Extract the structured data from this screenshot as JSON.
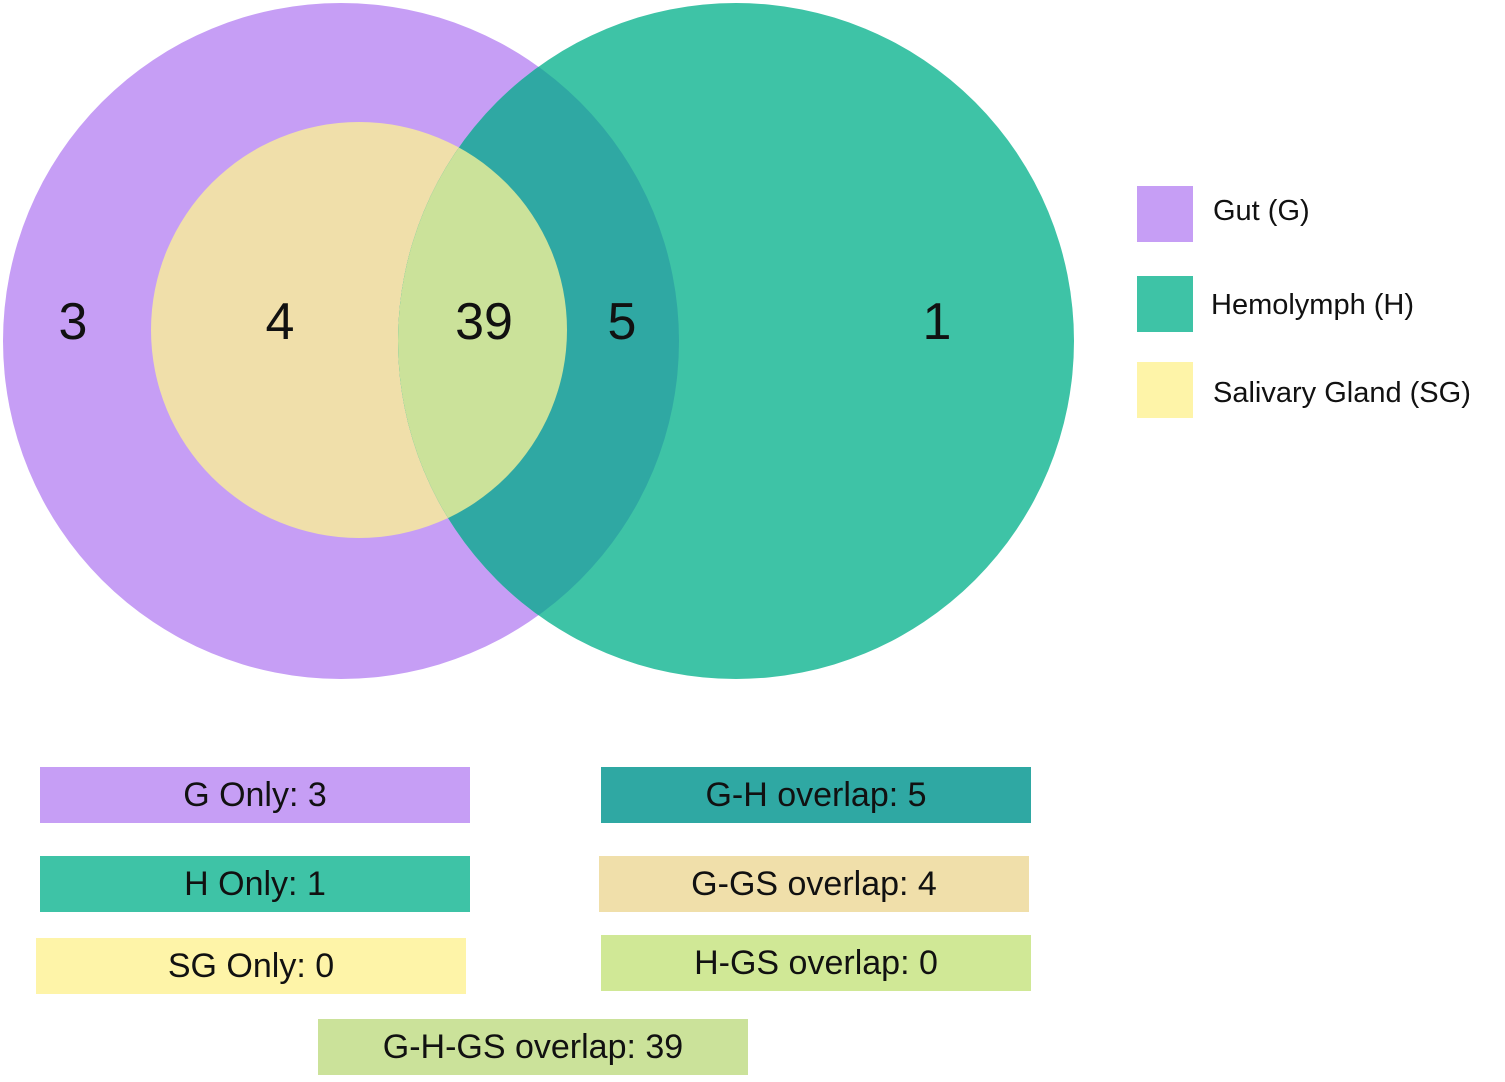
{
  "colors": {
    "gut": "#c69ef5",
    "hemolymph": "#3ec3a6",
    "salivary": "#fef4a8",
    "g_h_overlap": "#2fa8a3",
    "g_sg_overlap": "#f0dfaa",
    "triple_overlap": "#cbe29a",
    "h_sg_overlap": "#d0e896"
  },
  "regions": {
    "g_only": "3",
    "g_sg": "4",
    "g_h_sg": "39",
    "g_h": "5",
    "h_only": "1"
  },
  "legend": [
    {
      "label": "Gut (G)",
      "color": "#c69ef5"
    },
    {
      "label": "Hemolymph (H)",
      "color": "#3ec3a6"
    },
    {
      "label": "Salivary Gland (SG)",
      "color": "#fef4a8"
    }
  ],
  "summary": {
    "g_only": "G Only: 3",
    "h_only": "H Only: 1",
    "sg_only": "SG Only: 0",
    "g_h_overlap": "G-H overlap: 5",
    "g_gs_overlap": "G-GS overlap: 4",
    "h_gs_overlap": "H-GS overlap: 0",
    "g_h_gs_overlap": "G-H-GS overlap: 39"
  }
}
